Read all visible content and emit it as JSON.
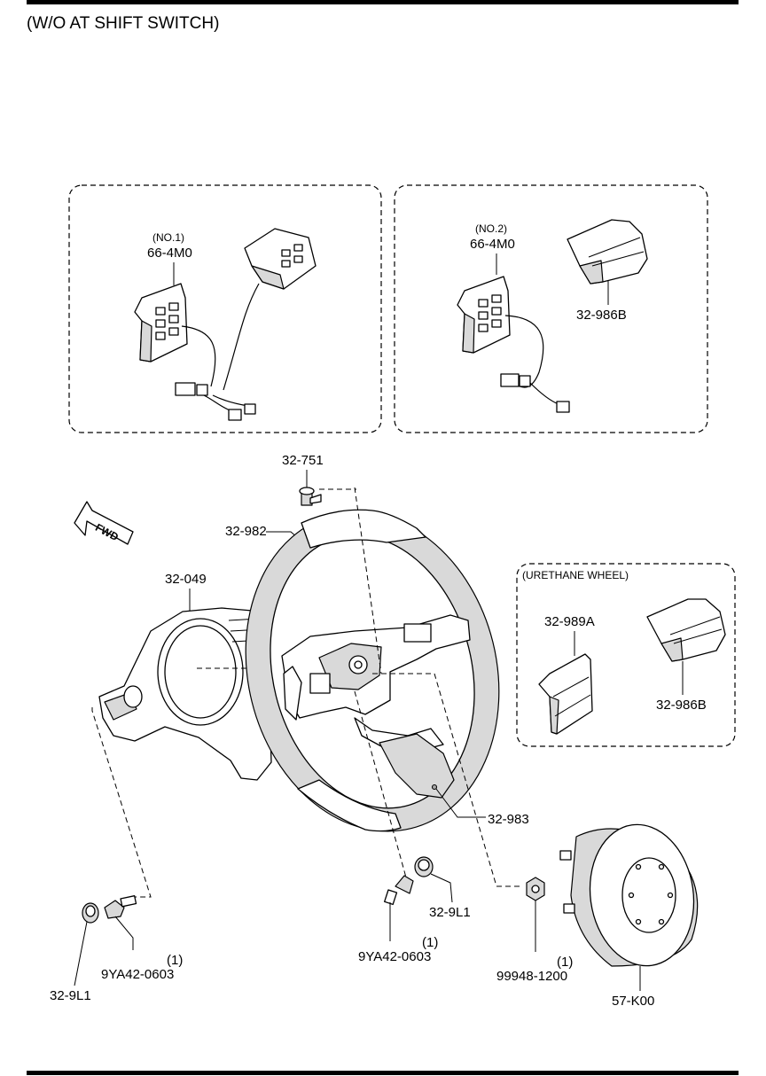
{
  "header": {
    "title": "(W/O AT SHIFT SWITCH)"
  },
  "insets": {
    "left": {
      "note": "(NO.1)",
      "part": "66-4M0"
    },
    "right": {
      "note": "(NO.2)",
      "part": "66-4M0",
      "cover": "32-986B"
    },
    "urethane": {
      "title": "(URETHANE WHEEL)",
      "part_a": "32-989A",
      "part_b": "32-986B"
    }
  },
  "direction": "FWD",
  "parts": {
    "screw_top": "32-751",
    "wheel": "32-982",
    "column_cover": "32-049",
    "lower_cover": "32-983",
    "airbag": "57-K00",
    "cap_left": "32-9L1",
    "bolt_left": "9YA42-0603",
    "bolt_left_qty": "(1)",
    "bolt_mid": "9YA42-0603",
    "bolt_mid_qty": "(1)",
    "cap_mid": "32-9L1",
    "nut": "99948-1200",
    "nut_qty": "(1)"
  }
}
